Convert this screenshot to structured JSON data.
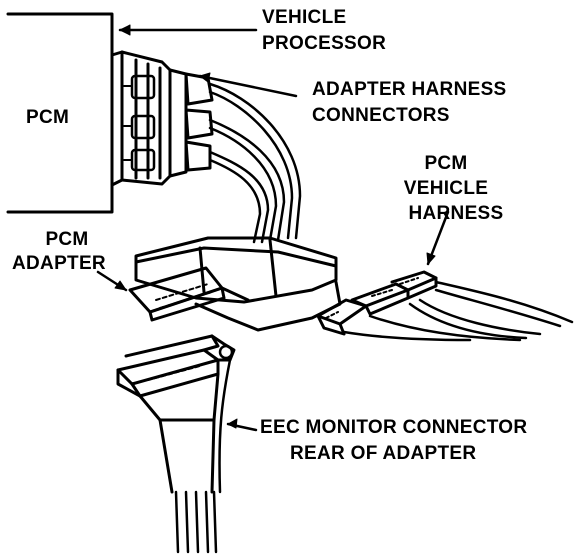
{
  "labels": {
    "pcm": "PCM",
    "vehicle_processor": [
      "VEHICLE",
      "PROCESSOR"
    ],
    "adapter_harness_connectors": [
      "ADAPTER HARNESS",
      "CONNECTORS"
    ],
    "pcm_vehicle_harness": [
      "PCM",
      "VEHICLE",
      "HARNESS"
    ],
    "pcm_adapter": [
      "PCM",
      "ADAPTER"
    ],
    "eec_monitor_connector": [
      "EEC MONITOR CONNECTOR",
      "REAR OF ADAPTER"
    ]
  },
  "colors": {
    "ink": "#000000",
    "paper": "#ffffff"
  }
}
